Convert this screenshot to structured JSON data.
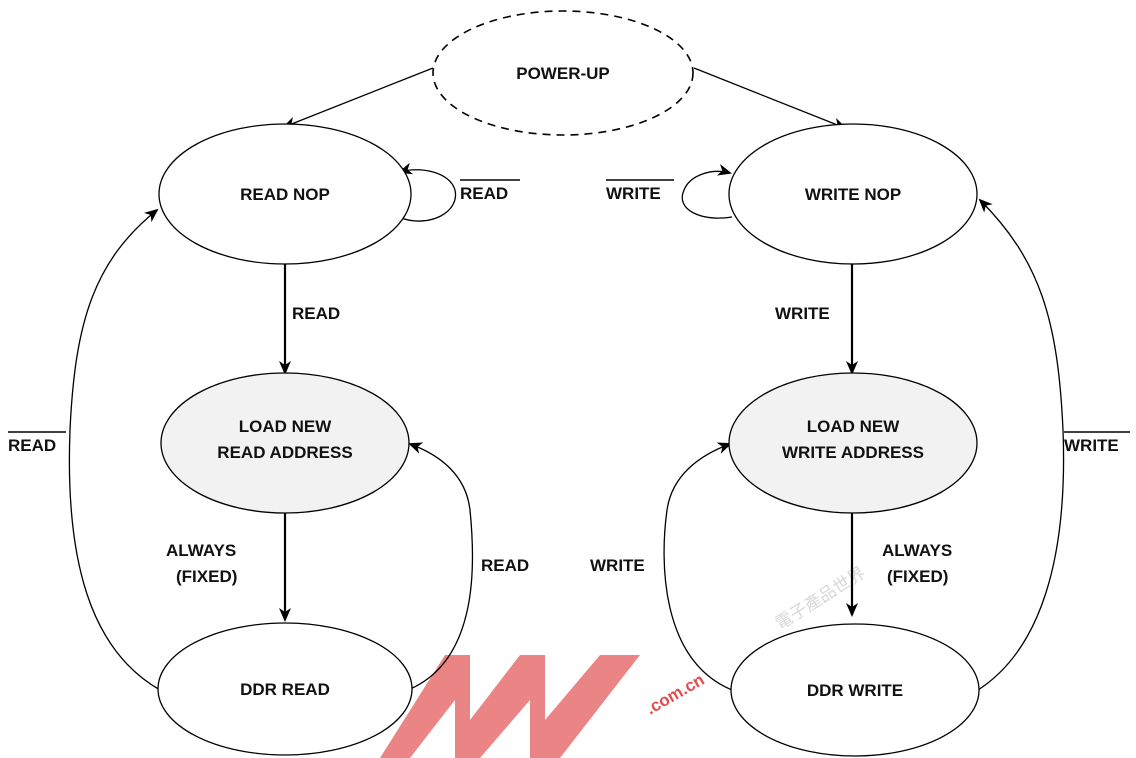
{
  "states": {
    "power_up": "POWER-UP",
    "read_nop": "READ NOP",
    "write_nop": "WRITE NOP",
    "load_read_line1": "LOAD NEW",
    "load_read_line2": "READ ADDRESS",
    "load_write_line1": "LOAD NEW",
    "load_write_line2": "WRITE ADDRESS",
    "ddr_read": "DDR READ",
    "ddr_write": "DDR WRITE"
  },
  "transitions": {
    "read_nop_self": "READ",
    "write_nop_self": "WRITE",
    "read_nop_to_load": "READ",
    "write_nop_to_load": "WRITE",
    "load_read_to_ddr_line1": "ALWAYS",
    "load_read_to_ddr_line2": "(FIXED)",
    "load_write_to_ddr_line1": "ALWAYS",
    "load_write_to_ddr_line2": "(FIXED)",
    "ddr_read_to_load": "READ",
    "ddr_write_to_load": "WRITE",
    "ddr_read_to_nop": "READ",
    "ddr_write_to_nop": "WRITE"
  },
  "watermark": {
    "text": ".com.cn",
    "chinese": "電子產品世界"
  },
  "colors": {
    "watermark_red": "#e03a3a",
    "shaded_state": "#f2f2f2"
  }
}
